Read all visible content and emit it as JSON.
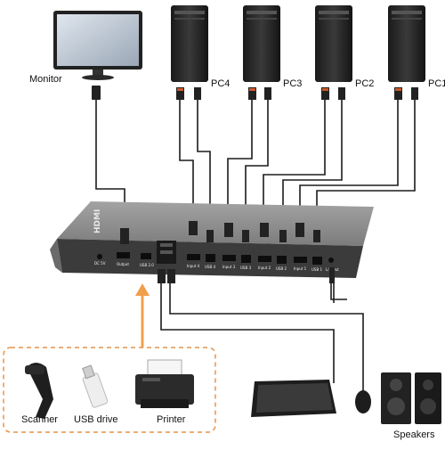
{
  "labels": {
    "monitor": "Monitor",
    "pc4": "PC4",
    "pc3": "PC3",
    "pc2": "PC2",
    "pc1": "PC1",
    "scanner": "Scanner",
    "usb_drive": "USB drive",
    "printer": "Printer",
    "speakers": "Speakers"
  },
  "switch_ports": {
    "dc": "DC 5V",
    "output": "Output",
    "usb_out": "USB 2.0",
    "input4": "Input 4",
    "usb4": "USB 4",
    "input3": "Input 3",
    "usb3": "USB 3",
    "input2": "Input 2",
    "usb2": "USB 2",
    "input1": "Input 1",
    "usb1": "USB 1",
    "lr_out": "L/R Out"
  },
  "colors": {
    "switch_top": "#8f8f8f",
    "switch_front": "#3b3b3b",
    "cable": "#1c1c1c",
    "arrow": "#f0a04b",
    "dash_box": "#e8944a"
  }
}
